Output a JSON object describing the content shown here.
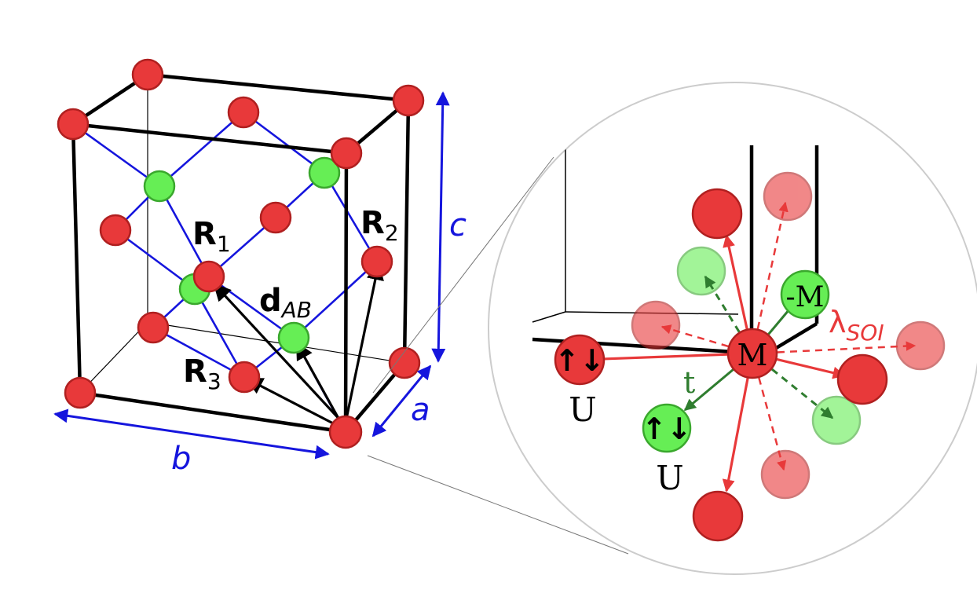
{
  "labels": {
    "R1": {
      "main": "R",
      "sub": "1"
    },
    "R2": {
      "main": "R",
      "sub": "2"
    },
    "R3": {
      "main": "R",
      "sub": "3"
    },
    "dAB": {
      "main": "d",
      "sub": "AB"
    },
    "a": "a",
    "b": "b",
    "c": "c"
  },
  "zoom": {
    "M": "M",
    "minusM": "-M",
    "U_red": "U",
    "U_green": "U",
    "spin_glyph": "↑↓",
    "t": "t",
    "lambda": {
      "main": "λ",
      "sub": "SOI"
    }
  },
  "colors": {
    "red_atom": "#e8393a",
    "red_atom_stroke": "#b02020",
    "green_atom": "#66ee55",
    "green_atom_stroke": "#3aa82d",
    "blue": "#1515dd",
    "hop_green": "#2f7d2f",
    "soi_red": "#e8393a"
  }
}
